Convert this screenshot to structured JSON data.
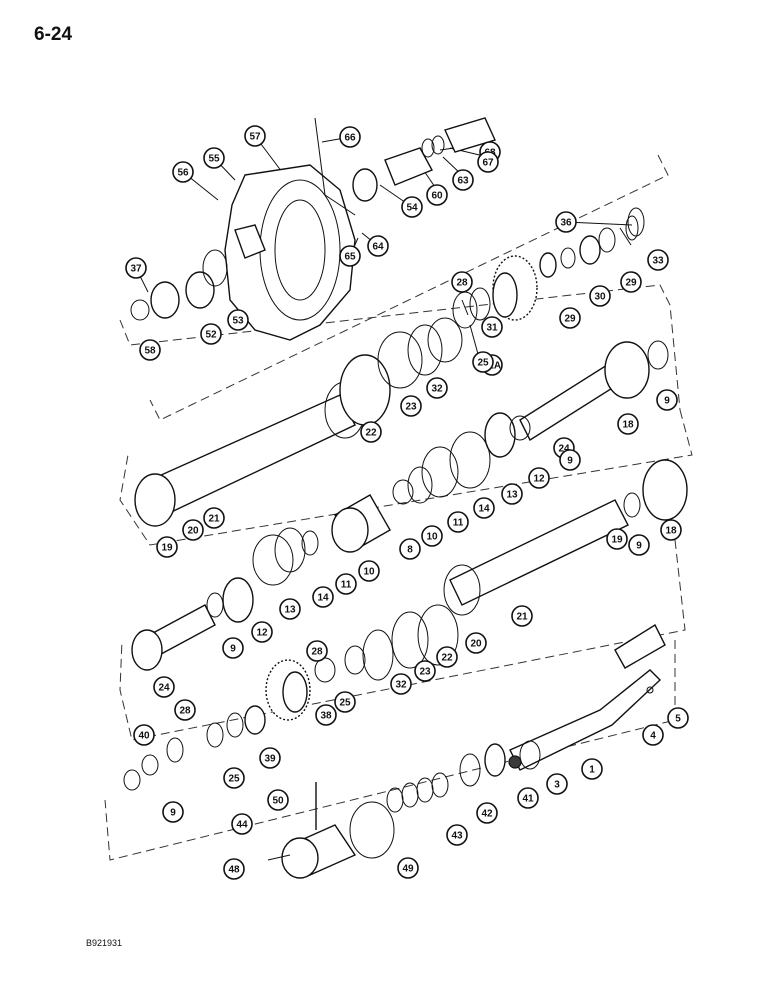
{
  "page_number": "6-24",
  "figure_code": "B921931",
  "callouts": [
    {
      "label": "68"
    },
    {
      "label": "67"
    },
    {
      "label": "63"
    },
    {
      "label": "60"
    },
    {
      "label": "54"
    },
    {
      "label": "66"
    },
    {
      "label": "57"
    },
    {
      "label": "55"
    },
    {
      "label": "56"
    },
    {
      "label": "64"
    },
    {
      "label": "65"
    },
    {
      "label": "37"
    },
    {
      "label": "58"
    },
    {
      "label": "52"
    },
    {
      "label": "53"
    },
    {
      "label": "36"
    },
    {
      "label": "33"
    },
    {
      "label": "29"
    },
    {
      "label": "30"
    },
    {
      "label": "29"
    },
    {
      "label": "28"
    },
    {
      "label": "31"
    },
    {
      "label": "31A"
    },
    {
      "label": "25"
    },
    {
      "label": "32"
    },
    {
      "label": "23"
    },
    {
      "label": "22"
    },
    {
      "label": "18"
    },
    {
      "label": "9"
    },
    {
      "label": "24"
    },
    {
      "label": "9"
    },
    {
      "label": "12"
    },
    {
      "label": "13"
    },
    {
      "label": "14"
    },
    {
      "label": "11"
    },
    {
      "label": "10"
    },
    {
      "label": "8"
    },
    {
      "label": "19"
    },
    {
      "label": "20"
    },
    {
      "label": "21"
    },
    {
      "label": "18"
    },
    {
      "label": "9"
    },
    {
      "label": "19"
    },
    {
      "label": "21"
    },
    {
      "label": "20"
    },
    {
      "label": "22"
    },
    {
      "label": "23"
    },
    {
      "label": "32"
    },
    {
      "label": "10"
    },
    {
      "label": "11"
    },
    {
      "label": "14"
    },
    {
      "label": "13"
    },
    {
      "label": "12"
    },
    {
      "label": "9"
    },
    {
      "label": "24"
    },
    {
      "label": "28"
    },
    {
      "label": "25"
    },
    {
      "label": "38"
    },
    {
      "label": "39"
    },
    {
      "label": "28"
    },
    {
      "label": "25"
    },
    {
      "label": "40"
    },
    {
      "label": "9"
    },
    {
      "label": "5"
    },
    {
      "label": "4"
    },
    {
      "label": "1"
    },
    {
      "label": "3"
    },
    {
      "label": "41"
    },
    {
      "label": "42"
    },
    {
      "label": "43"
    },
    {
      "label": "49"
    },
    {
      "label": "50"
    },
    {
      "label": "44"
    },
    {
      "label": "48"
    }
  ]
}
